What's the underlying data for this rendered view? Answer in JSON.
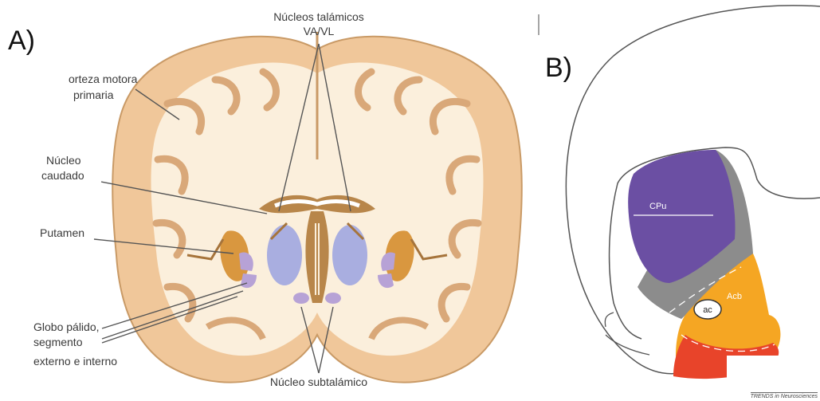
{
  "panel_a": {
    "letter": "A)",
    "labels": {
      "thalamic_nuclei_line1": "Núcleos talámicos",
      "thalamic_nuclei_line2": "VA/VL",
      "motor_cortex_line1": "orteza motora",
      "motor_cortex_line2": "primaria",
      "caudate_line1": "Núcleo",
      "caudate_line2": "caudado",
      "putamen": "Putamen",
      "globus_line1": "Globo pálido,",
      "globus_line2": "segmento",
      "globus_line3": "externo e interno",
      "subthalamic": "Núcleo subtalámico"
    }
  },
  "panel_b": {
    "letter": "B)",
    "labels": {
      "cpu": "CPu",
      "acb": "Acb",
      "ac": "ac"
    },
    "credit": "TRENDS in Neurosciences"
  },
  "colors": {
    "cortex_outer": "#f0c79a",
    "white_matter": "#fbefdc",
    "caudate_brown": "#b8864a",
    "putamen_orange": "#d9973f",
    "thalamus_blue": "#a9aee0",
    "globus_violet": "#b7a2d6",
    "cpu_purple": "#6b4fa3",
    "acb_orange": "#f5a623",
    "acb_red": "#e8442a"
  }
}
